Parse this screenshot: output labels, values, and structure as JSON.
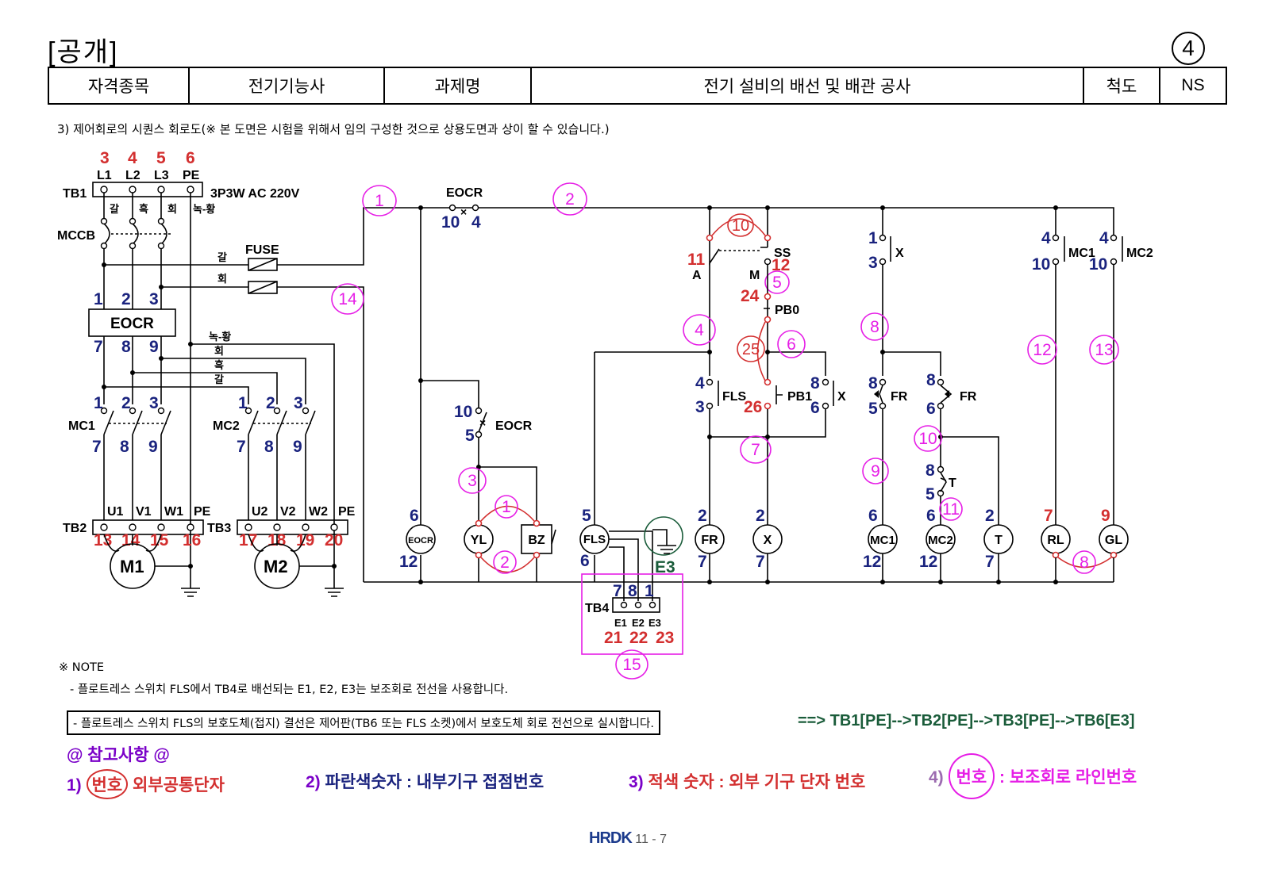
{
  "header": {
    "title": "[공개]",
    "page_number": "4",
    "cells": [
      "자격종목",
      "전기기능사",
      "과제명",
      "전기 설비의 배선 및 배관 공사",
      "척도",
      "NS"
    ]
  },
  "subtitle": "3) 제어회로의 시퀀스 회로도(※ 본 도면은 시험을 위해서 임의 구성한 것으로 상용도면과 상이 할 수 있습니다.)",
  "colors": {
    "red": "#d32f2f",
    "blue": "#1a237e",
    "magenta": "#e61ee6",
    "green": "#1a5c3a",
    "purple": "#7a00c8"
  },
  "power": {
    "tb1_label": "TB1",
    "supply": "3P3W AC 220V",
    "phases": [
      "L1",
      "L2",
      "L3",
      "PE"
    ],
    "phase_terms": [
      "3",
      "4",
      "5",
      "6"
    ],
    "wire_colors": [
      "갈",
      "흑",
      "회",
      "녹-황"
    ],
    "mccb": "MCCB",
    "fuse": "FUSE",
    "fuse_wire1": "갈",
    "fuse_wire2": "회",
    "eocr": "EOCR",
    "eocr_in": [
      "1",
      "2",
      "3"
    ],
    "eocr_out": [
      "7",
      "8",
      "9"
    ],
    "bus_colors": [
      "녹-황",
      "회",
      "흑",
      "갈"
    ],
    "mc1": "MC1",
    "mc2": "MC2",
    "mc_in": [
      "1",
      "2",
      "3"
    ],
    "mc_out": [
      "7",
      "8",
      "9"
    ],
    "tb2": "TB2",
    "tb3": "TB3",
    "tb2_terms": [
      "U1",
      "V1",
      "W1",
      "PE"
    ],
    "tb3_terms": [
      "U2",
      "V2",
      "W2",
      "PE"
    ],
    "tb2_nums": [
      "13",
      "14",
      "15",
      "16"
    ],
    "tb3_nums": [
      "17",
      "18",
      "19",
      "20"
    ],
    "m1": "M1",
    "m2": "M2"
  },
  "control": {
    "eocr_top": "EOCR",
    "eocr_top_pins": [
      "10",
      "4"
    ],
    "line_numbers": [
      "1",
      "2",
      "3",
      "4",
      "5",
      "6",
      "7",
      "8",
      "9",
      "10",
      "11",
      "12",
      "13",
      "14",
      "15"
    ],
    "eocr_aux": "EOCR",
    "eocr_aux_pins": [
      "10",
      "5"
    ],
    "ss": {
      "label": "SS",
      "a": "A",
      "m": "M",
      "t11": "11",
      "t12": "12",
      "t10": "10"
    },
    "pb0": {
      "label": "PB0",
      "t24": "24",
      "t25": "25"
    },
    "fls": {
      "label": "FLS",
      "p4": "4",
      "p3": "3"
    },
    "pb1": {
      "label": "PB1",
      "t26": "26"
    },
    "x_aux": {
      "label": "X",
      "p8": "8",
      "p6": "6"
    },
    "x_top": {
      "label": "X",
      "p1": "1",
      "p3": "3"
    },
    "fr1": {
      "label": "FR",
      "p8": "8",
      "p5": "5"
    },
    "fr2": {
      "label": "FR",
      "p8": "8",
      "p6": "6"
    },
    "t_contact": {
      "label": "T",
      "p8": "8",
      "p5": "5"
    },
    "mc1_aux": {
      "label": "MC1",
      "p4": "4",
      "p10": "10"
    },
    "mc2_aux": {
      "label": "MC2",
      "p4": "4",
      "p10": "10"
    },
    "loads": [
      {
        "label": "EOCR",
        "top": "6",
        "bot": "12"
      },
      {
        "label": "YL",
        "top": "",
        "bot": ""
      },
      {
        "label": "BZ",
        "top": "",
        "bot": ""
      },
      {
        "label": "FLS",
        "top": "5",
        "bot": "6"
      },
      {
        "label": "E3",
        "top": "",
        "bot": ""
      },
      {
        "label": "FR",
        "top": "2",
        "bot": "7"
      },
      {
        "label": "X",
        "top": "2",
        "bot": "7"
      },
      {
        "label": "MC1",
        "top": "6",
        "bot": "12"
      },
      {
        "label": "MC2",
        "top": "6",
        "bot": "12"
      },
      {
        "label": "T",
        "top": "2",
        "bot": "7"
      },
      {
        "label": "RL",
        "top": "7",
        "bot": ""
      },
      {
        "label": "GL",
        "top": "9",
        "bot": ""
      }
    ],
    "yl_bz_nums": [
      "1",
      "2"
    ],
    "rl_gl_num": "8",
    "tb4": {
      "label": "TB4",
      "pins": [
        "7",
        "8",
        "1"
      ],
      "terms": [
        "E1",
        "E2",
        "E3"
      ],
      "nums": [
        "21",
        "22",
        "23"
      ]
    }
  },
  "notes": {
    "heading": "※ NOTE",
    "line1": "- 플로트레스 스위치 FLS에서 TB4로 배선되는 E1, E2, E3는 보조회로 전선을 사용합니다.",
    "line2": "- 플로트레스 스위치 FLS의 보호도체(접지) 결선은 제어판(TB6 또는 FLS 소켓)에서 보호도체 회로 전선으로 실시합니다.",
    "pe_chain": "==> TB1[PE]-->TB2[PE]-->TB3[PE]-->TB6[E3]"
  },
  "reference": {
    "title": "@ 참고사항 @",
    "l1_num": "1)",
    "l1_circ": "번호",
    "l1_text": "외부공통단자",
    "l2_num": "2)",
    "l2_text": "파란색숫자  : 내부기구 접점번호",
    "l3_num": "3)",
    "l3_text": "적색 숫자 : 외부 기구 단자 번호",
    "l4_num": "4)",
    "l4_circ": "번호",
    "l4_text": ": 보조회로 라인번호"
  },
  "footer": {
    "logo": "HRDK",
    "page": "11 - 7"
  }
}
